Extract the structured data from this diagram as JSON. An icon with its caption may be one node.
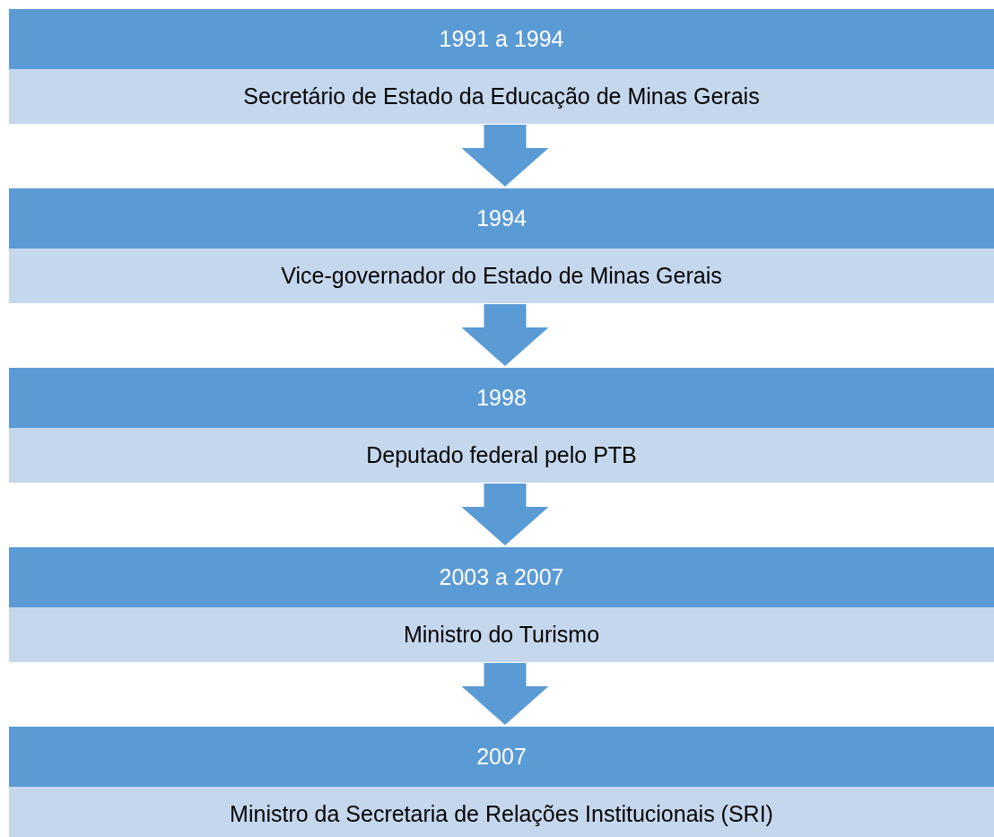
{
  "diagram": {
    "nodes": [
      {
        "text": [
          "1991 a 1994",
          "Secretário de Estado da Educação de Minas Gerais"
        ]
      },
      {
        "text": [
          "1994",
          "Vice-governador do Estado de Minas Gerais"
        ]
      },
      {
        "text": [
          "1998",
          "Deputado federal pelo PTB"
        ]
      },
      {
        "text": [
          "2003 a 2007",
          "Ministro do Turismo"
        ]
      },
      {
        "text": [
          "2007",
          "Ministro da Secretaria de Relações Institucionais (SRI)"
        ]
      }
    ],
    "edges": [
      {
        "from": 0,
        "to": 1,
        "arrow": "to"
      },
      {
        "from": 1,
        "to": 2,
        "arrow": "to"
      },
      {
        "from": 2,
        "to": 3,
        "arrow": "to"
      },
      {
        "from": 3,
        "to": 4,
        "arrow": "to"
      }
    ]
  }
}
